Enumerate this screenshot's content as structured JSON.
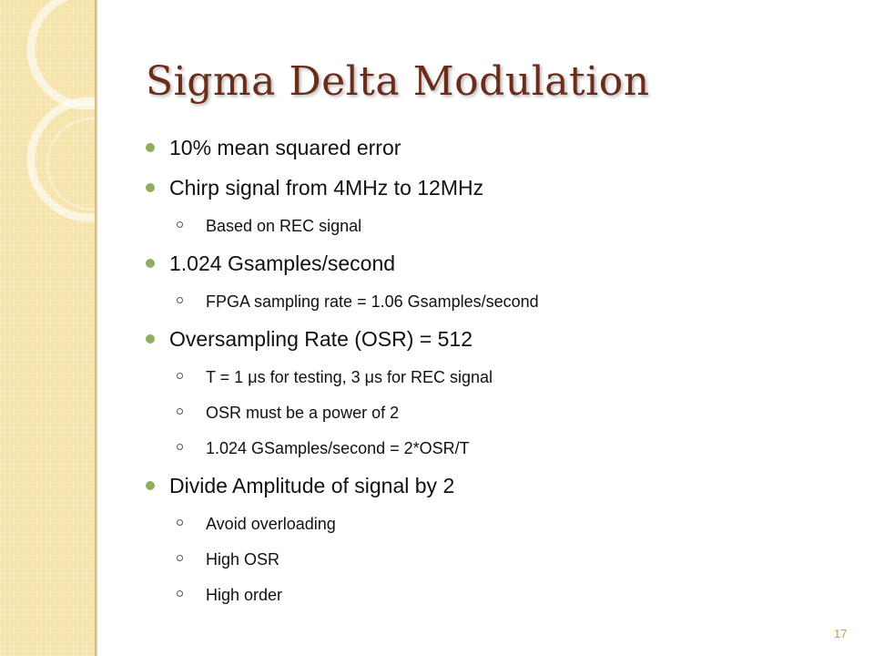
{
  "slide": {
    "title": "Sigma Delta Modulation",
    "page_number": "17"
  },
  "bullets": [
    {
      "level": 1,
      "text": "10% mean squared error"
    },
    {
      "level": 1,
      "text": "Chirp signal from 4MHz to 12MHz"
    },
    {
      "level": 2,
      "text": "Based on REC signal"
    },
    {
      "level": 1,
      "text": "1.024 Gsamples/second"
    },
    {
      "level": 2,
      "text": "FPGA sampling rate = 1.06 Gsamples/second"
    },
    {
      "level": 1,
      "text": "Oversampling Rate (OSR) = 512"
    },
    {
      "level": 2,
      "text": "T = 1 μs for testing, 3 μs for REC signal"
    },
    {
      "level": 2,
      "text": "OSR must be a power of 2"
    },
    {
      "level": 2,
      "text": "1.024 GSamples/second = 2*OSR/T"
    },
    {
      "level": 1,
      "text": "Divide Amplitude of signal by 2"
    },
    {
      "level": 2,
      "text": "Avoid overloading"
    },
    {
      "level": 2,
      "text": "High OSR"
    },
    {
      "level": 2,
      "text": "High order"
    }
  ],
  "colors": {
    "title": "#6b2c1a",
    "bullet_primary": "#8faf5f",
    "sidebar": "#f5e3a9",
    "page_number": "#c99a3a"
  }
}
